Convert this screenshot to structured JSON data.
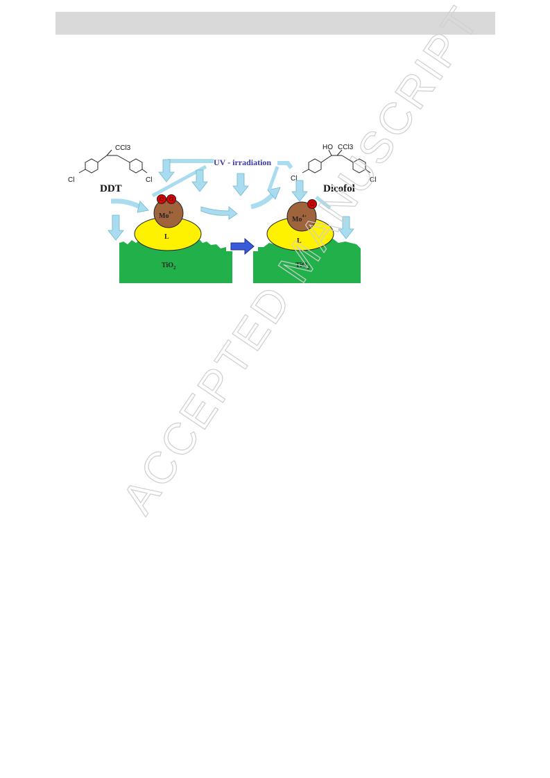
{
  "header": {},
  "watermark": {
    "text": "ACCEPTED MANUSCRIPT"
  },
  "figure": {
    "left_molecule": {
      "name": "DDT",
      "group": "CCl3",
      "cl_left": "Cl",
      "cl_right": "Cl"
    },
    "right_molecule": {
      "name": "Dicofol",
      "group": "CCl3",
      "hydroxyl": "HO",
      "cl_left": "Cl",
      "cl_right": "Cl"
    },
    "uv_label": "UV - irradiation",
    "left_catalyst": {
      "metal": "Mo",
      "charge": "6+",
      "ligand": "L",
      "support": "TiO",
      "support_sub": "2"
    },
    "right_catalyst": {
      "metal": "Mo",
      "charge": "4+",
      "ligand": "L",
      "support": "TiO",
      "support_sub": "2"
    },
    "colors": {
      "support": "#22b04a",
      "ligand": "#fff200",
      "metal": "#a0643c",
      "oxygen": "#e00000",
      "uv_arrow": "#a8dcee",
      "transform_arrow": "#3a5bd9",
      "watermark": "#cfcfcf",
      "header": "#d9d9d9"
    }
  }
}
